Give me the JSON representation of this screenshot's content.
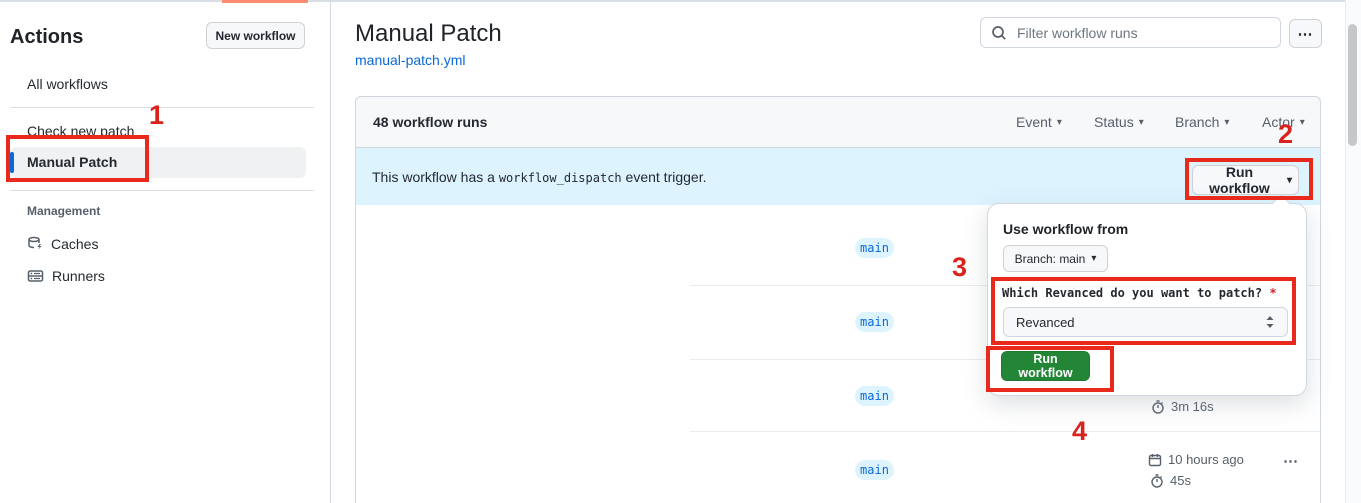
{
  "annotation": {
    "color": "#e8291c",
    "steps": {
      "s1": "1",
      "s2": "2",
      "s3": "3",
      "s4": "4"
    }
  },
  "icons": {
    "caret_down": "▾",
    "kebab": "⋯"
  },
  "sidebar": {
    "title": "Actions",
    "new_workflow": "New workflow",
    "all_workflows": "All workflows",
    "check_new_patch": "Check new patch",
    "manual_patch": "Manual Patch",
    "management": "Management",
    "caches": "Caches",
    "runners": "Runners"
  },
  "main": {
    "title": "Manual Patch",
    "file_link": "manual-patch.yml",
    "filter_placeholder": "Filter workflow runs"
  },
  "table": {
    "count": "48 workflow runs",
    "filters": {
      "event": "Event",
      "status": "Status",
      "branch": "Branch",
      "actor": "Actor"
    },
    "banner": {
      "text_before": "This workflow has a",
      "code": "workflow_dispatch",
      "text_after": "event trigger.",
      "run_button": "Run workflow"
    },
    "rows": [
      {
        "branch": "main"
      },
      {
        "branch": "main"
      },
      {
        "branch": "main",
        "duration": "3m 16s"
      },
      {
        "branch": "main",
        "started": "10 hours ago",
        "duration": "45s"
      }
    ]
  },
  "panel": {
    "use_from": "Use workflow from",
    "branch_button": "Branch: main",
    "input_label": "Which Revanced do you want to patch?",
    "required": "*",
    "select_value": "Revanced",
    "run_button": "Run workflow"
  },
  "colors": {
    "accent_blue": "#0969da",
    "banner_bg": "#ddf4ff",
    "button_green": "#238636",
    "annotation_red": "#e8291c",
    "tab_orange": "#fd8c73",
    "header_bg": "#f6f8fa"
  }
}
